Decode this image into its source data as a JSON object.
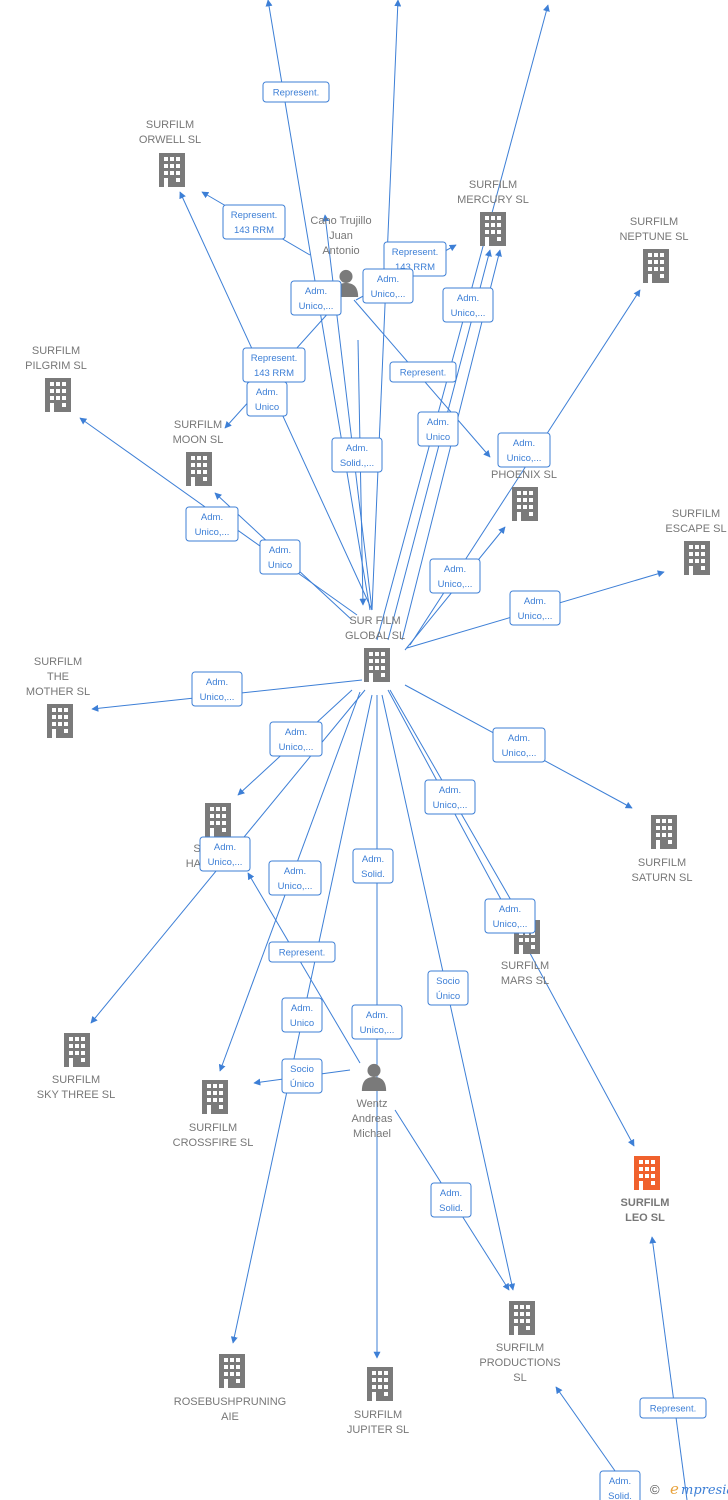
{
  "colors": {
    "edge": "#3d7fd6",
    "company": "#7a7a7a",
    "focus_company": "#f0612d",
    "person": "#7a7a7a",
    "label": "#777777"
  },
  "nodes": [
    {
      "id": "surfilm-global",
      "type": "company",
      "lines": [
        "SUR FILM",
        "GLOBAL  SL"
      ]
    },
    {
      "id": "cano-trujillo",
      "type": "person",
      "lines": [
        "Cano Trujillo",
        "Juan",
        "Antonio"
      ]
    },
    {
      "id": "wentz-andreas",
      "type": "person",
      "lines": [
        "Wentz",
        "Andreas",
        "Michael"
      ]
    },
    {
      "id": "surfilm-orwell",
      "type": "company",
      "lines": [
        "SURFILM",
        "ORWELL  SL"
      ]
    },
    {
      "id": "surfilm-mercury",
      "type": "company",
      "lines": [
        "SURFILM",
        "MERCURY  SL"
      ]
    },
    {
      "id": "surfilm-neptune",
      "type": "company",
      "lines": [
        "SURFILM",
        "NEPTUNE  SL"
      ]
    },
    {
      "id": "surfilm-pilgrim",
      "type": "company",
      "lines": [
        "SURFILM",
        "PILGRIM  SL"
      ]
    },
    {
      "id": "surfilm-moon",
      "type": "company",
      "lines": [
        "SURFILM",
        "MOON  SL"
      ]
    },
    {
      "id": "phoenix",
      "type": "company",
      "lines": [
        "PHOENIX  SL"
      ]
    },
    {
      "id": "surfilm-escape",
      "type": "company",
      "lines": [
        "SURFILM",
        "ESCAPE  SL"
      ]
    },
    {
      "id": "surfilm-the-mother",
      "type": "company",
      "lines": [
        "SURFILM",
        "THE",
        "MOTHER  SL"
      ]
    },
    {
      "id": "surfilm-has",
      "type": "company",
      "lines": [
        "S",
        "HAS"
      ]
    },
    {
      "id": "surfilm-saturn",
      "type": "company",
      "lines": [
        "SURFILM",
        "SATURN  SL"
      ]
    },
    {
      "id": "surfilm-mars",
      "type": "company",
      "lines": [
        "SURFILM",
        "MARS  SL"
      ]
    },
    {
      "id": "surfilm-sky-three",
      "type": "company",
      "lines": [
        "SURFILM",
        "SKY THREE  SL"
      ]
    },
    {
      "id": "surfilm-crossfire",
      "type": "company",
      "lines": [
        "SURFILM",
        "CROSSFIRE  SL"
      ]
    },
    {
      "id": "surfilm-leo",
      "type": "company",
      "focus": true,
      "lines": [
        "SURFILM",
        "LEO  SL"
      ]
    },
    {
      "id": "rosebushpruning",
      "type": "company",
      "lines": [
        "ROSEBUSHPRUNING",
        "AIE"
      ]
    },
    {
      "id": "surfilm-jupiter",
      "type": "company",
      "lines": [
        "SURFILM",
        "JUPITER  SL"
      ]
    },
    {
      "id": "surfilm-productions",
      "type": "company",
      "lines": [
        "SURFILM",
        "PRODUCTIONS",
        "SL"
      ]
    }
  ],
  "relations": [
    {
      "id": "r1",
      "lines": [
        "Represent."
      ]
    },
    {
      "id": "r2",
      "lines": [
        "Represent.",
        "143 RRM"
      ]
    },
    {
      "id": "r3",
      "lines": [
        "Represent.",
        "143 RRM"
      ]
    },
    {
      "id": "r4",
      "lines": [
        "Adm.",
        "Unico,..."
      ]
    },
    {
      "id": "r5",
      "lines": [
        "Adm.",
        "Unico,..."
      ]
    },
    {
      "id": "r6",
      "lines": [
        "Adm.",
        "Unico,..."
      ]
    },
    {
      "id": "r7",
      "lines": [
        "Represent.",
        "143 RRM"
      ]
    },
    {
      "id": "r8",
      "lines": [
        "Adm.",
        "Unico"
      ]
    },
    {
      "id": "r9",
      "lines": [
        "Represent."
      ]
    },
    {
      "id": "r10",
      "lines": [
        "Adm.",
        "Solid.,..."
      ]
    },
    {
      "id": "r11",
      "lines": [
        "Adm.",
        "Unico"
      ]
    },
    {
      "id": "r12",
      "lines": [
        "Adm.",
        "Unico,..."
      ]
    },
    {
      "id": "r13",
      "lines": [
        "Adm.",
        "Unico,..."
      ]
    },
    {
      "id": "r14",
      "lines": [
        "Adm.",
        "Unico"
      ]
    },
    {
      "id": "r15",
      "lines": [
        "Adm.",
        "Unico,..."
      ]
    },
    {
      "id": "r16",
      "lines": [
        "Adm.",
        "Unico,..."
      ]
    },
    {
      "id": "r17",
      "lines": [
        "Adm.",
        "Unico,..."
      ]
    },
    {
      "id": "r18",
      "lines": [
        "Adm.",
        "Unico,..."
      ]
    },
    {
      "id": "r19",
      "lines": [
        "Adm.",
        "Unico,..."
      ]
    },
    {
      "id": "r20",
      "lines": [
        "Adm.",
        "Unico,..."
      ]
    },
    {
      "id": "r21",
      "lines": [
        "Adm.",
        "Unico,..."
      ]
    },
    {
      "id": "r22",
      "lines": [
        "Adm.",
        "Solid."
      ]
    },
    {
      "id": "r23",
      "lines": [
        "Adm.",
        "Unico,..."
      ]
    },
    {
      "id": "r24",
      "lines": [
        "Adm.",
        "Unico,..."
      ]
    },
    {
      "id": "r25",
      "lines": [
        "Represent."
      ]
    },
    {
      "id": "r26",
      "lines": [
        "Socio",
        "Único"
      ]
    },
    {
      "id": "r27",
      "lines": [
        "Adm.",
        "Unico"
      ]
    },
    {
      "id": "r28",
      "lines": [
        "Adm.",
        "Unico,..."
      ]
    },
    {
      "id": "r29",
      "lines": [
        "Socio",
        "Único"
      ]
    },
    {
      "id": "r30",
      "lines": [
        "Adm.",
        "Solid."
      ]
    },
    {
      "id": "r31",
      "lines": [
        "Represent."
      ]
    },
    {
      "id": "r32",
      "lines": [
        "Adm.",
        "Solid."
      ]
    }
  ],
  "footer": {
    "copyright": "©",
    "brand_initial": "e",
    "brand_rest": "mpresia"
  }
}
